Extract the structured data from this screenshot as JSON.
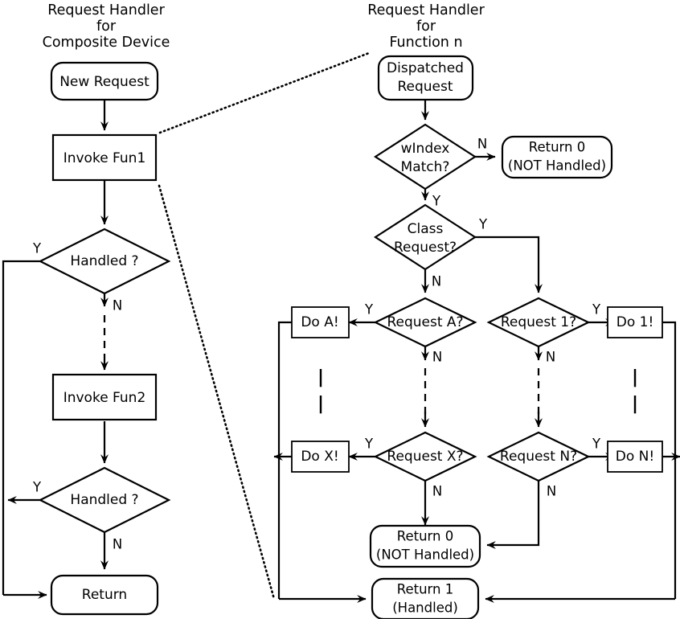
{
  "diagram": {
    "type": "flowchart",
    "title_left": {
      "line1": "Request Handler",
      "line2": "for",
      "line3": "Composite Device"
    },
    "title_right": {
      "line1": "Request Handler",
      "line2": "for",
      "line3": "Function n"
    },
    "left_panel": {
      "nodes": {
        "new_request": "New Request",
        "invoke_fun1": "Invoke Fun1",
        "handled_1": "Handled ?",
        "invoke_fun2": "Invoke Fun2",
        "handled_2": "Handled ?",
        "return": "Return"
      },
      "branches": {
        "handled1_yes": "Y",
        "handled1_no": "N",
        "handled2_yes": "Y",
        "handled2_no": "N"
      }
    },
    "right_panel": {
      "nodes": {
        "dispatched_request_l1": "Dispatched",
        "dispatched_request_l2": "Request",
        "windex_match_l1": "wIndex",
        "windex_match_l2": "Match?",
        "return0_top_l1": "Return 0",
        "return0_top_l2": "(NOT Handled)",
        "class_request_l1": "Class",
        "class_request_l2": "Request?",
        "request_a": "Request A?",
        "request_1": "Request 1?",
        "request_x": "Request X?",
        "request_n": "Request N?",
        "do_a": "Do A!",
        "do_1": "Do 1!",
        "do_x": "Do X!",
        "do_n": "Do N!",
        "return0_bottom_l1": "Return 0",
        "return0_bottom_l2": "(NOT Handled)",
        "return1_l1": "Return 1",
        "return1_l2": "(Handled)"
      },
      "branches": {
        "windex_no": "N",
        "windex_yes": "Y",
        "class_yes": "Y",
        "class_no": "N",
        "request_a_yes": "Y",
        "request_a_no": "N",
        "request_1_yes": "Y",
        "request_1_no": "N",
        "request_x_yes": "Y",
        "request_x_no": "N",
        "request_n_yes": "Y",
        "request_n_no": "N"
      },
      "ellipsis_mark": "|"
    },
    "colors": {
      "stroke": "#000000",
      "fill": "#ffffff",
      "text": "#000000"
    }
  }
}
